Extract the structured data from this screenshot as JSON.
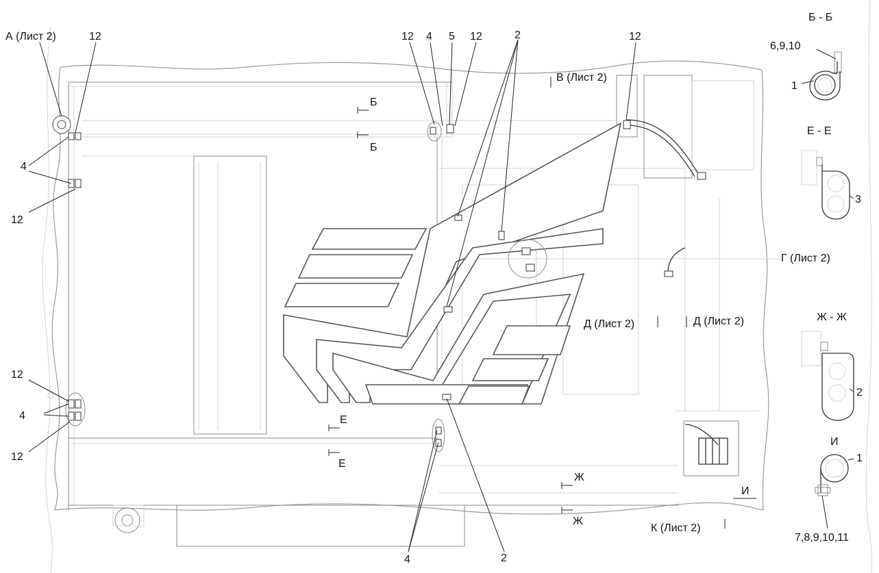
{
  "callouts": {
    "view_a": "А (Лист 2)",
    "view_v": "В (Лист 2)",
    "view_g": "Г (Лист 2)",
    "view_d_left": "Д (Лист 2)",
    "view_d_right": "Д (Лист 2)",
    "view_k": "К (Лист 2)",
    "section_b_top": "Б",
    "section_b_bottom": "Б",
    "section_e_top": "Е",
    "section_e_bottom": "Е",
    "section_zh_top": "Ж",
    "section_zh_bottom": "Ж",
    "view_i": "И"
  },
  "positions": {
    "p12_top_left": "12",
    "p4_left": "4",
    "p12_left_mid": "12",
    "p12_left_low": "12",
    "p4_left_low": "4",
    "p12_left_bottom": "12",
    "p12_top_mid_a": "12",
    "p4_top_mid": "4",
    "p5_top_mid": "5",
    "p12_top_mid_b": "12",
    "p2_top": "2",
    "p12_top_right": "12",
    "p4_bottom": "4",
    "p2_bottom": "2"
  },
  "side_sections": {
    "bb": {
      "title": "Б - Б",
      "items_top": "6,9,10",
      "item_clamp": "1"
    },
    "ee": {
      "title": "Е - Е",
      "item_clamp": "3"
    },
    "zhzh": {
      "title": "Ж - Ж",
      "item_clamp": "2"
    },
    "i": {
      "title": "И",
      "item_clamp": "1",
      "items_bottom": "7,8,9,10,11"
    }
  }
}
